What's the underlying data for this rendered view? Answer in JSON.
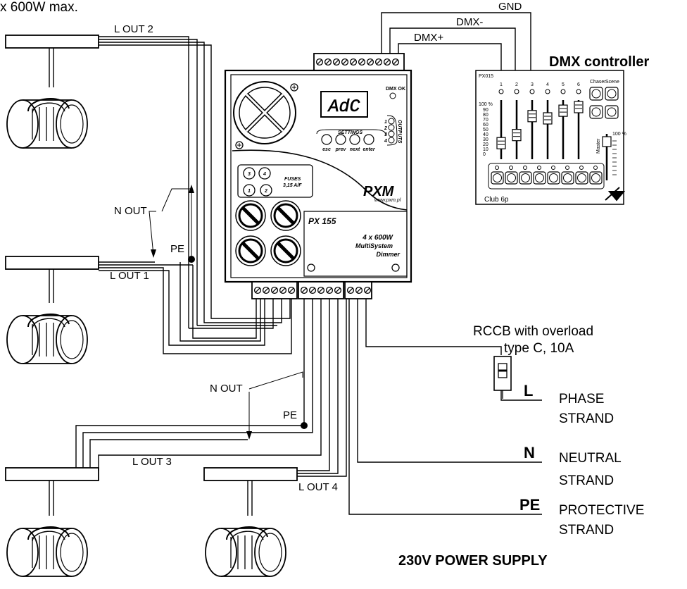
{
  "top_note": "x 600W max.",
  "outputs": {
    "l_out_1": "L OUT 1",
    "l_out_2": "L OUT 2",
    "l_out_3": "L OUT 3",
    "l_out_4": "L OUT 4",
    "n_out": "N OUT",
    "pe": "PE"
  },
  "dmx": {
    "gnd": "GND",
    "dmx_minus": "DMX-",
    "dmx_plus": "DMX+",
    "controller_title": "DMX controller",
    "model_small": "PX015",
    "model_name": "Club 6p",
    "channel_numbers": [
      "1",
      "2",
      "3",
      "4",
      "5",
      "6"
    ],
    "chaser_label": "Chaser",
    "scene_label": "Scene",
    "master_label": "Master",
    "scale_top": "100 %",
    "scale_values": [
      "90",
      "80",
      "70",
      "60",
      "50",
      "40",
      "30",
      "20",
      "10",
      "0"
    ]
  },
  "dimmer": {
    "display_text": "AdC",
    "dmx_ok": "DMX OK",
    "settings_label": "SETTINGS",
    "buttons": [
      "esc",
      "prev",
      "next",
      "enter"
    ],
    "outputs_label": "OUTPUTS",
    "output_numbers": [
      "1",
      "2",
      "3",
      "4"
    ],
    "fuses_label": "FUSES",
    "fuses_rating": "3,15 A/F",
    "fuse_numbers": [
      "1",
      "2",
      "3",
      "4"
    ],
    "brand": "PXM",
    "website": "www.pxm.pl",
    "model": "PX 155",
    "spec_line1": "4 x 600W",
    "spec_line2": "MultiSystem",
    "spec_line3": "Dimmer"
  },
  "power": {
    "rccb_line1": "RCCB with overload",
    "rccb_line2": "type C, 10A",
    "l_letter": "L",
    "phase_1": "PHASE",
    "phase_2": "STRAND",
    "n_letter": "N",
    "neutral_1": "NEUTRAL",
    "neutral_2": "STRAND",
    "pe_letter": "PE",
    "protective_1": "PROTECTIVE",
    "protective_2": "STRAND",
    "supply_title": "230V POWER SUPPLY"
  }
}
